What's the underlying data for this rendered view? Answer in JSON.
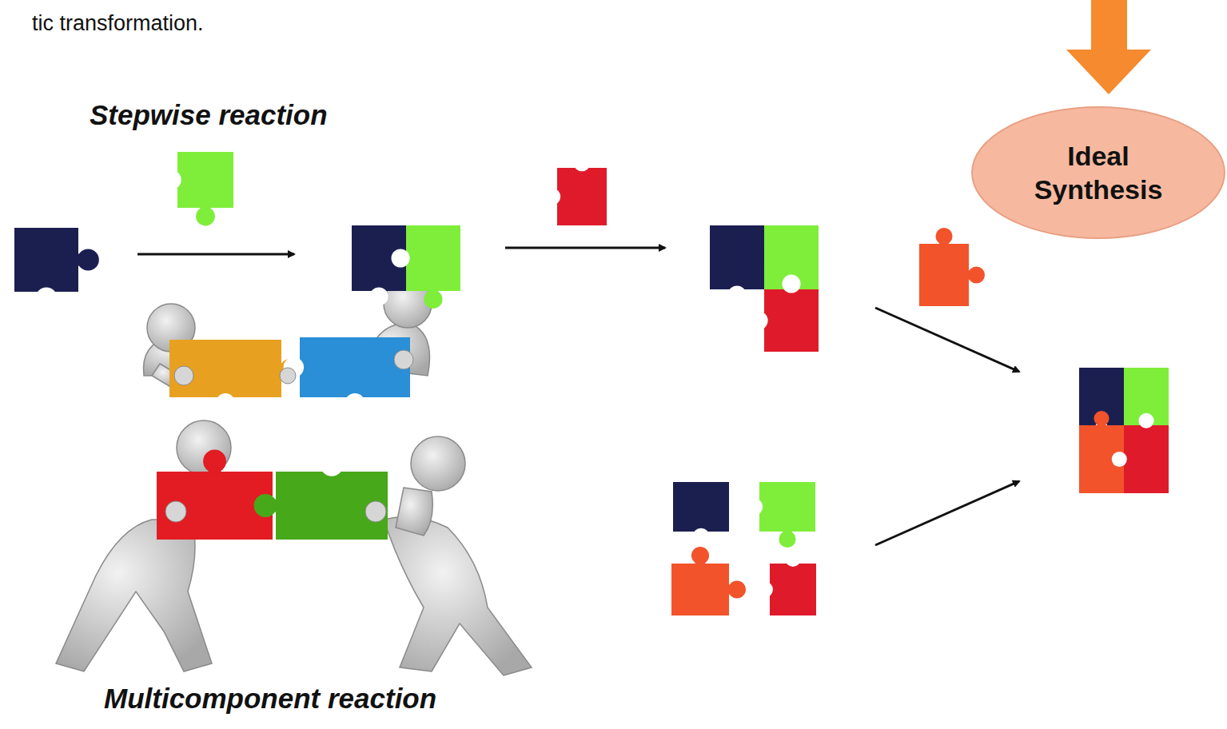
{
  "diagram": {
    "nodes": [
      {
        "text": [
          "Ideal Synthesis"
        ]
      }
    ],
    "labels": [
      "tic transformation.",
      "Stepwise reaction",
      "Multicomponent reaction"
    ]
  }
}
